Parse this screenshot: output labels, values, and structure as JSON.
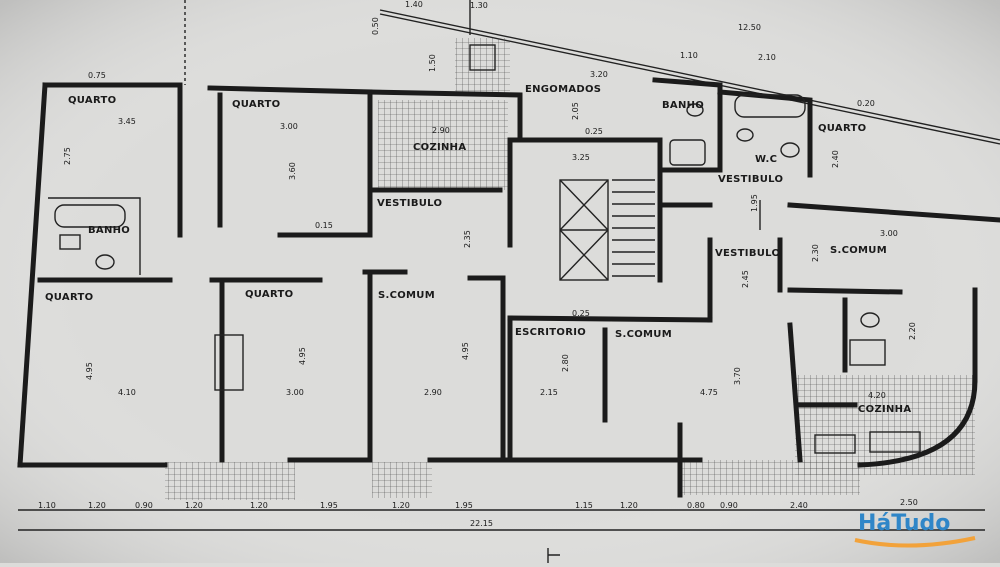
{
  "rooms": {
    "quarto_tl": "QUARTO",
    "quarto_t2": "QUARTO",
    "quarto_bl": "QUARTO",
    "quarto_b2": "QUARTO",
    "quarto_r": "QUARTO",
    "cozinha_l": "COZINHA",
    "cozinha_r": "COZINHA",
    "vestibulo_l": "VESTIBULO",
    "vestibulo_r1": "VESTIBULO",
    "vestibulo_r2": "VESTIBULO",
    "scomum_l": "S.COMUM",
    "scomum_c": "S.COMUM",
    "scomum_r": "S.COMUM",
    "escritorio": "ESCRITORIO",
    "engomados": "ENGOMADOS",
    "banho_l": "BANHO",
    "banho_r": "BANHO",
    "wc_r": "W.C"
  },
  "dims": {
    "d_075": "0.75",
    "d_345": "3.45",
    "d_275": "2.75",
    "d_300a": "3.00",
    "d_360": "3.60",
    "d_290": "2.90",
    "d_320": "3.20",
    "d_205": "2.05",
    "d_025a": "0.25",
    "d_325": "3.25",
    "d_110": "1.10",
    "d_210": "2.10",
    "d_1250": "12.50",
    "d_140": "1.40",
    "d_130": "1.30",
    "d_050": "0.50",
    "d_150": "1.50",
    "d_020a": "0.20",
    "d_240": "2.40",
    "d_195": "1.95",
    "d_300b": "3.00",
    "d_230": "2.30",
    "d_245": "2.45",
    "d_220": "2.20",
    "d_495a": "4.95",
    "d_410": "4.10",
    "d_495b": "4.95",
    "d_300c": "3.00",
    "d_495c": "4.95",
    "d_290b": "2.90",
    "d_215": "2.15",
    "d_280": "2.80",
    "d_475": "4.75",
    "d_370": "3.70",
    "d_420": "4.20",
    "d_235": "2.35",
    "d_015a": "0.15",
    "d_025b": "0.25"
  },
  "bottom_dims": [
    "1.10",
    "1.20",
    "0.90",
    "1.20",
    "1.20",
    "1.95",
    "1.20",
    "1.95",
    "1.15",
    "1.20",
    "0.80",
    "0.90",
    "2.40",
    "2.50"
  ],
  "total": "22.15",
  "watermark": "HáTudo",
  "colors": {
    "paper": "#dcdcda",
    "wall": "#1b1b1b",
    "brand_blue": "#2f86c8",
    "brand_orange": "#f2a23a"
  }
}
